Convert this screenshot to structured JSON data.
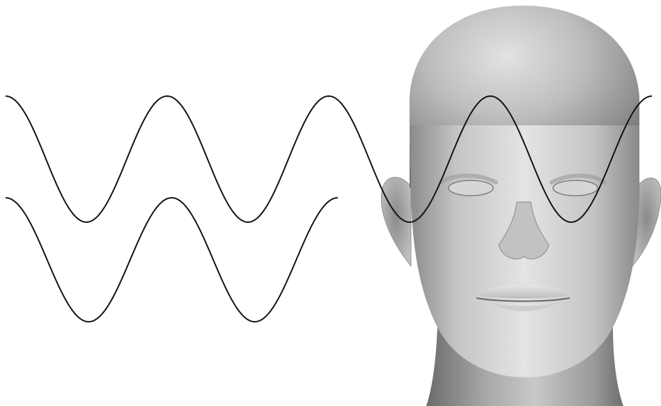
{
  "diagram": {
    "background_color": "#ffffff",
    "wave_color": "#111111",
    "head_color": "#9c9c9c",
    "waves": [
      {
        "id": "upper",
        "cycles": 4,
        "passes_through_head": true
      },
      {
        "id": "lower",
        "cycles": 2,
        "passes_through_head": false
      }
    ],
    "head_icon": "human-head-render"
  }
}
